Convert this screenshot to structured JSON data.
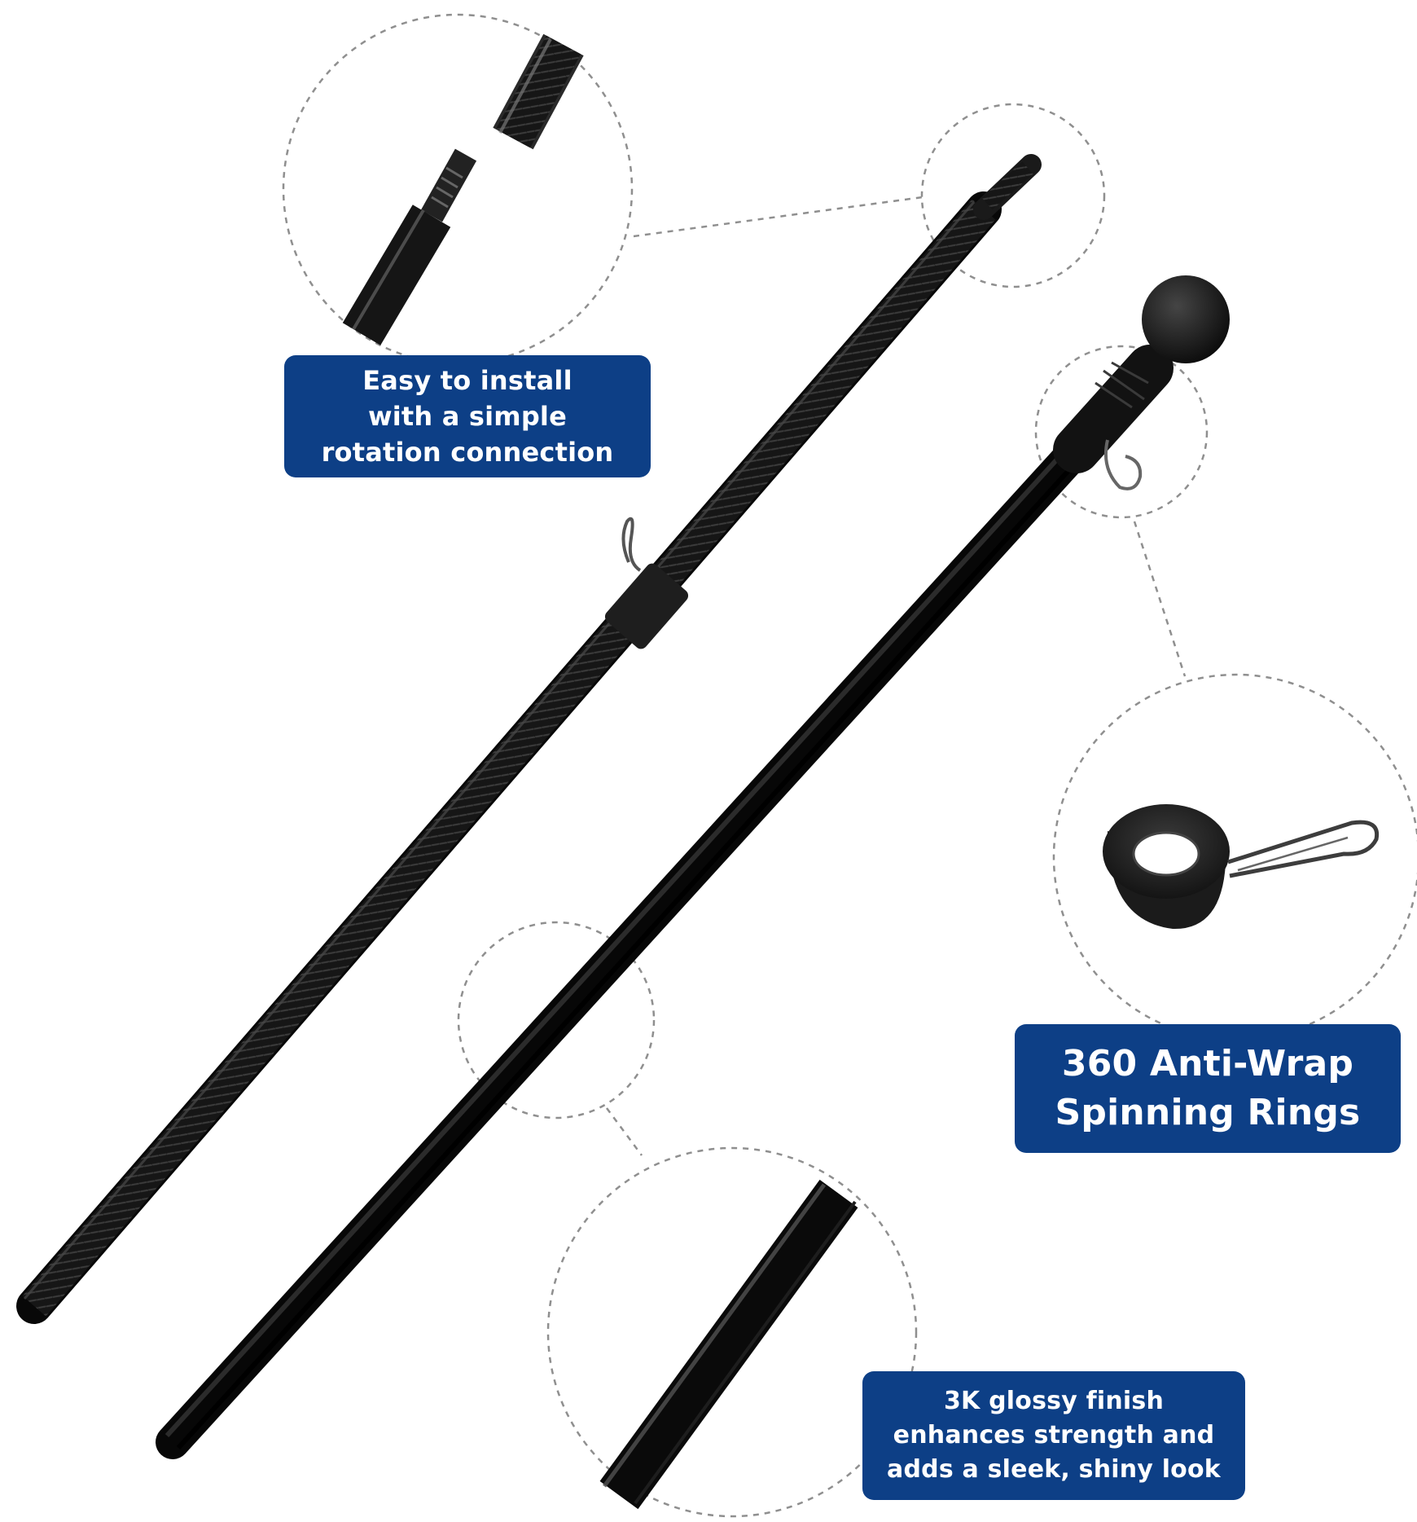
{
  "colors": {
    "label_bg": "#0d3f86",
    "label_text": "#ffffff",
    "pole": "#141414",
    "pole_highlight": "#3a3a3a",
    "callout_circle": "#8a8a8a",
    "background": "#ffffff"
  },
  "callouts": {
    "install": {
      "lines": [
        "Easy to install",
        "with a simple",
        "rotation connection"
      ]
    },
    "rings": {
      "lines": [
        "360 Anti-Wrap",
        "Spinning Rings"
      ]
    },
    "finish": {
      "lines": [
        "3K glossy finish",
        "enhances strength and",
        "adds a sleek, shiny look"
      ]
    }
  }
}
